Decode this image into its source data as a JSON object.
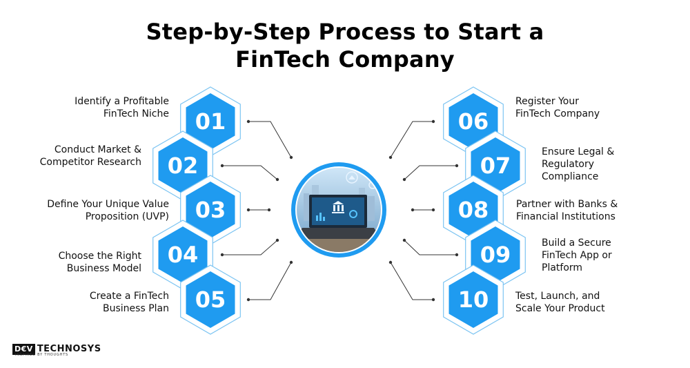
{
  "title": {
    "line1": "Step-by-Step Process to Start a",
    "line2": "FinTech Company"
  },
  "colors": {
    "hex_fill": "#1f9bf0",
    "hex_outline": "#7cc4f2",
    "connector": "#333333",
    "center_ring": "#1f9bf0"
  },
  "steps": [
    {
      "num": "01",
      "lines": [
        "Identify a Profitable",
        "FinTech Niche"
      ]
    },
    {
      "num": "02",
      "lines": [
        "Conduct Market &",
        "Competitor Research"
      ]
    },
    {
      "num": "03",
      "lines": [
        "Define Your Unique Value",
        "Proposition (UVP)"
      ]
    },
    {
      "num": "04",
      "lines": [
        "Choose the Right",
        "Business Model"
      ]
    },
    {
      "num": "05",
      "lines": [
        "Create a FinTech",
        "Business Plan"
      ]
    },
    {
      "num": "06",
      "lines": [
        "Register Your",
        "FinTech Company"
      ]
    },
    {
      "num": "07",
      "lines": [
        "Ensure Legal &",
        "Regulatory",
        "Compliance"
      ]
    },
    {
      "num": "08",
      "lines": [
        "Partner with Banks &",
        "Financial Institutions"
      ]
    },
    {
      "num": "09",
      "lines": [
        "Build a Secure",
        "FinTech App or",
        "Platform"
      ]
    },
    {
      "num": "10",
      "lines": [
        "Test, Launch, and",
        "Scale Your Product"
      ]
    }
  ],
  "center_image": {
    "icon": "laptop-bank-icon"
  },
  "logo": {
    "mark": "D€V",
    "name": "TECHNOSYS",
    "tagline": "INSPIRED BY THOUGHTS"
  }
}
